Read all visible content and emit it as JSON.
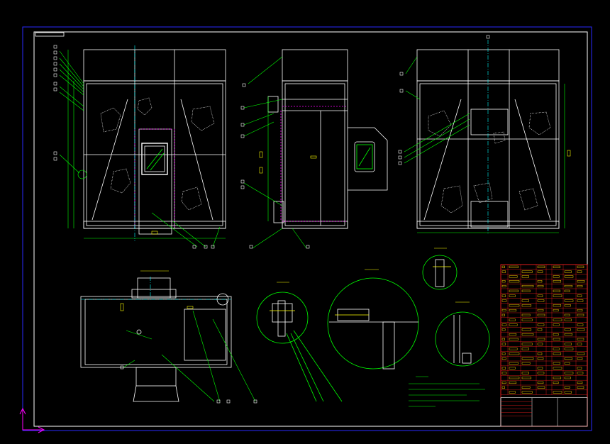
{
  "viewer": {
    "background": "#000000",
    "frame_color": "#2020ff",
    "ucs_icon": "ucs-axis-icon"
  },
  "drawing": {
    "palette": {
      "geometry": "#ffffff",
      "dimension": "#00ff00",
      "hidden": "#ff00ff",
      "center": "#00ffff",
      "hatch": "#ffffff",
      "title_block_lines": "#ff0000",
      "title_block_text": "#ffff00",
      "balloon": "#ffffff"
    },
    "views": [
      {
        "id": "front-view",
        "label": ""
      },
      {
        "id": "side-view",
        "label": ""
      },
      {
        "id": "rear-view",
        "label": ""
      },
      {
        "id": "plan-view",
        "label": ""
      },
      {
        "id": "detail-a",
        "label": ""
      },
      {
        "id": "detail-b",
        "label": ""
      },
      {
        "id": "detail-c",
        "label": ""
      },
      {
        "id": "detail-d",
        "label": ""
      }
    ],
    "notes_heading": "",
    "notes": [
      "",
      "",
      "",
      "",
      ""
    ]
  },
  "title_block": {
    "rows": 27,
    "columns": 8
  }
}
